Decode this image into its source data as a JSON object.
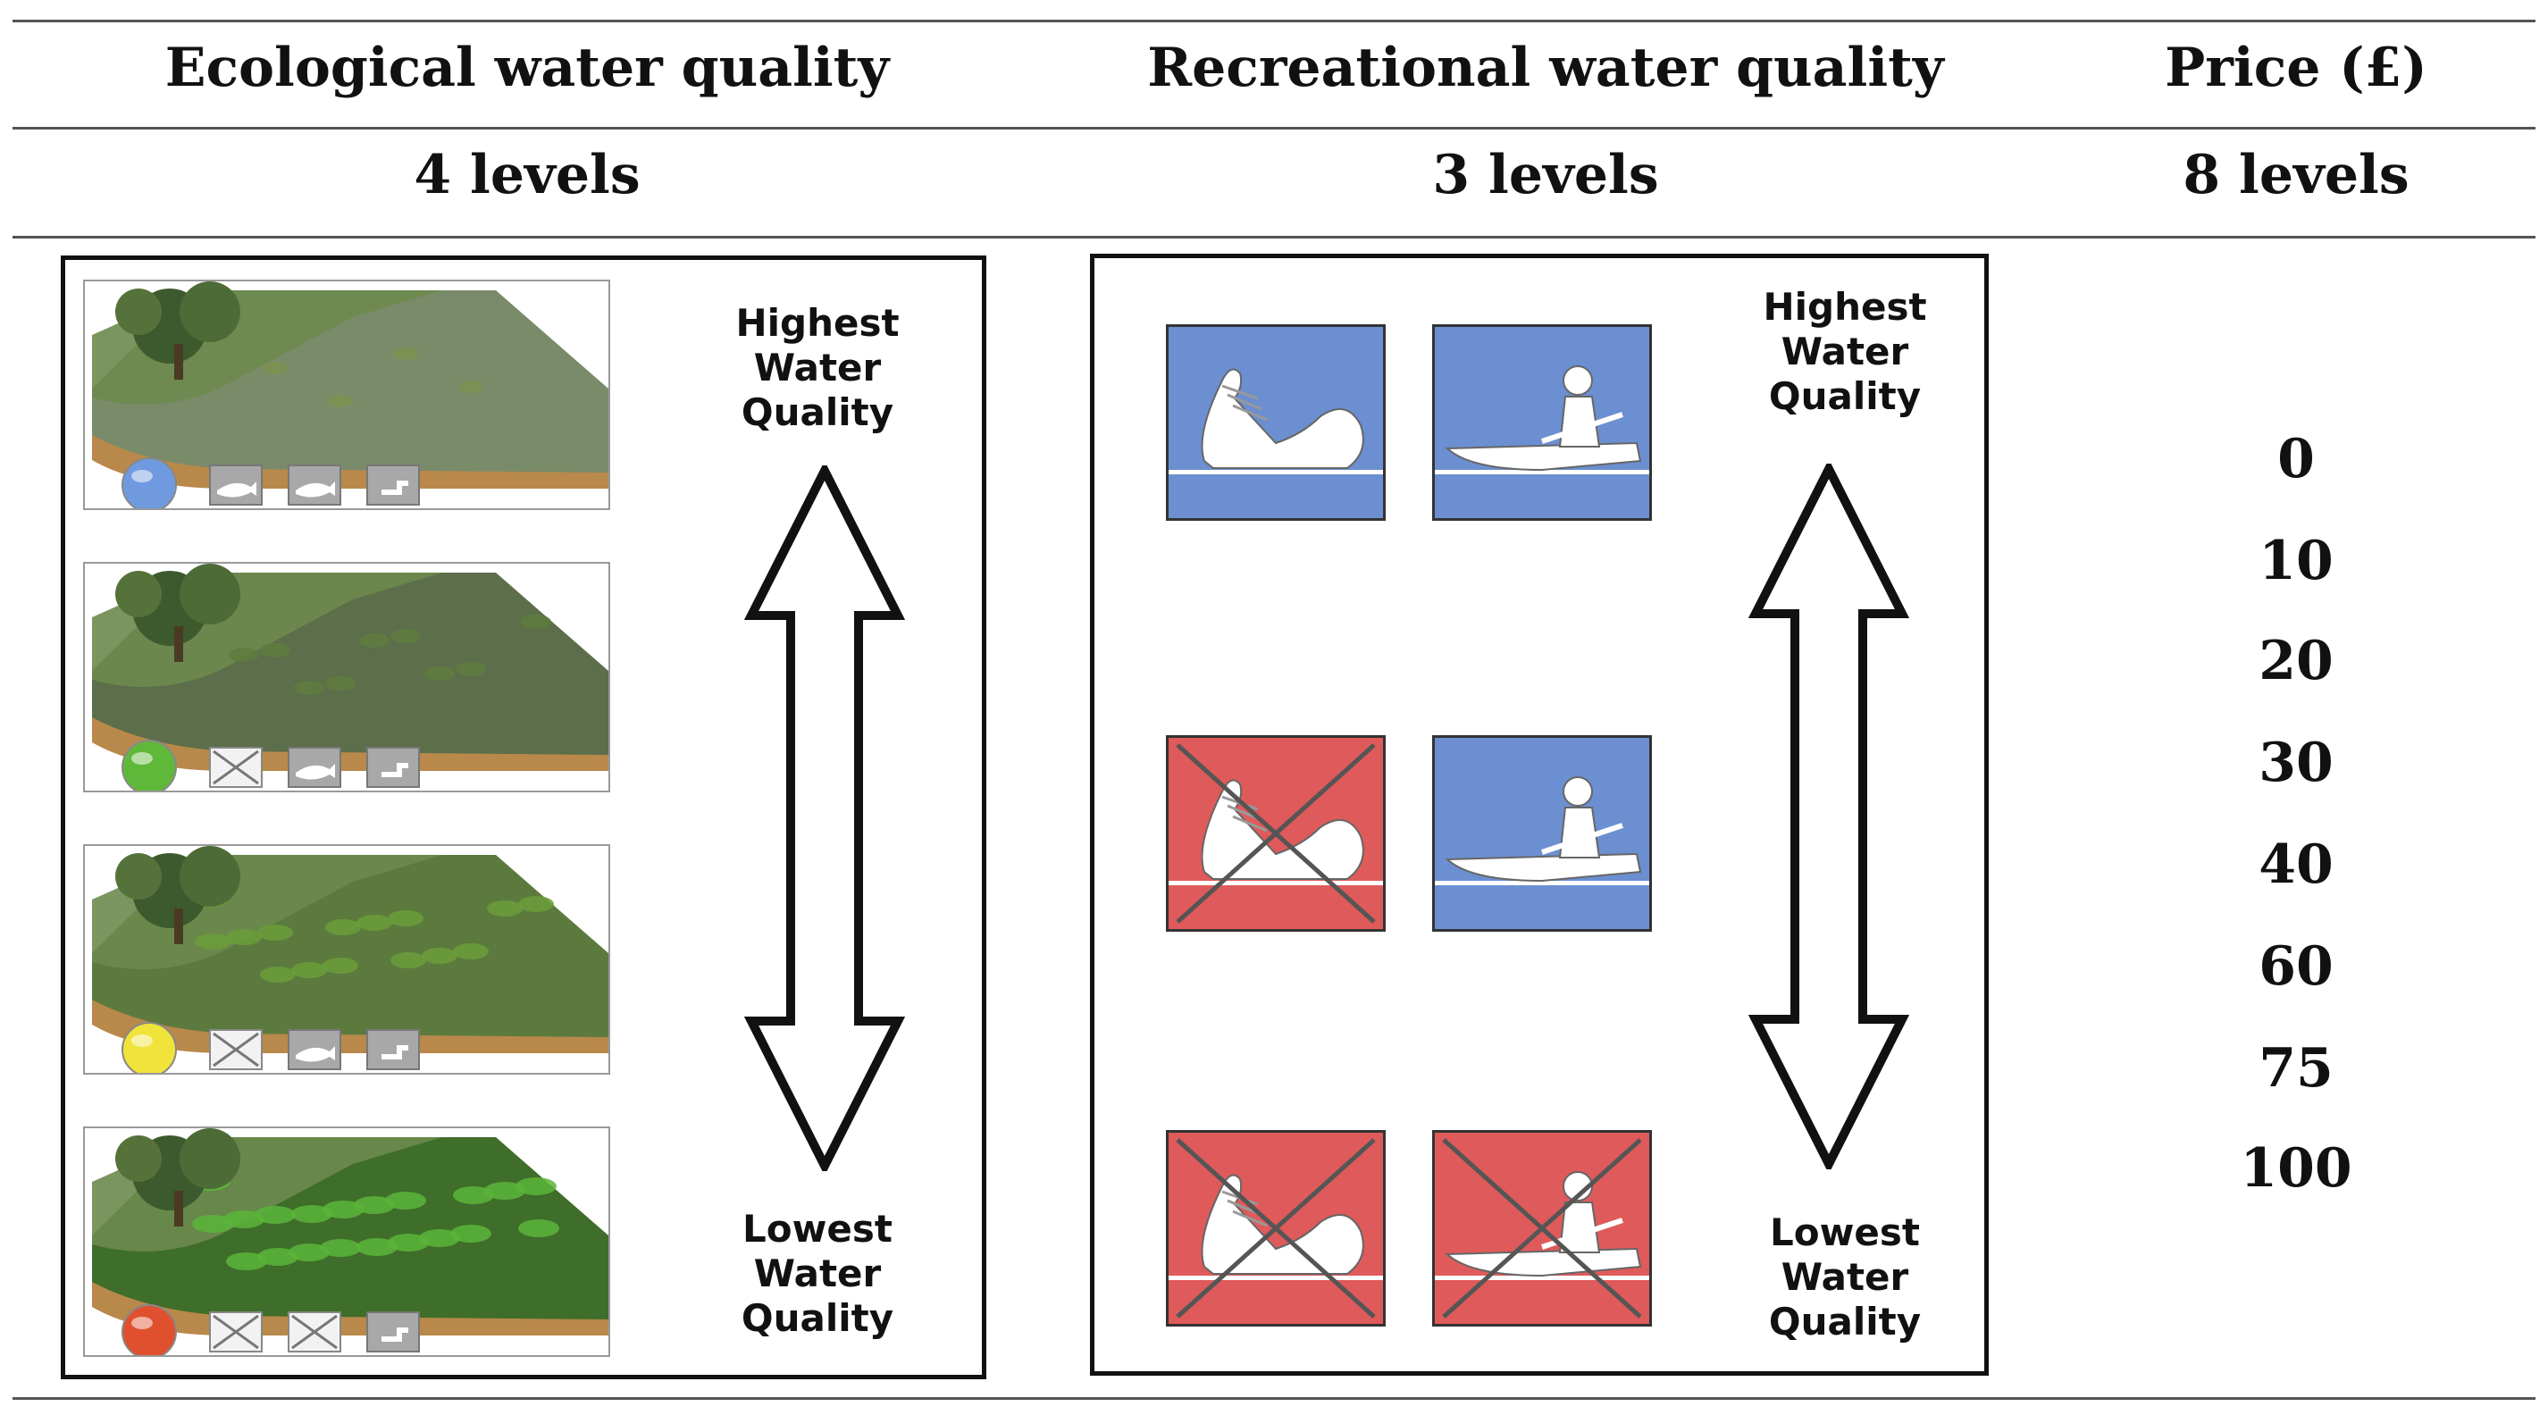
{
  "header": {
    "col1": "Ecological water quality",
    "col2": "Recreational water quality",
    "col3": "Price (£)"
  },
  "levels": {
    "col1": "4 levels",
    "col2": "3 levels",
    "col3": "8 levels"
  },
  "ecological": {
    "top_label": "Highest\nWater\nQuality",
    "bottom_label": "Lowest\nWater\nQuality",
    "rows": [
      {
        "indicator": "blue",
        "color": "#6f9ae0",
        "icons": [
          "fish",
          "fish",
          "insect"
        ]
      },
      {
        "indicator": "green",
        "color": "#5fb83a",
        "icons": [
          "crossed",
          "fish",
          "insect"
        ]
      },
      {
        "indicator": "yellow",
        "color": "#f0e33a",
        "icons": [
          "crossed",
          "fish",
          "insect"
        ]
      },
      {
        "indicator": "red",
        "color": "#e0502e",
        "icons": [
          "crossed",
          "crossed",
          "insect"
        ]
      }
    ]
  },
  "recreational": {
    "top_label": "Highest\nWater\nQuality",
    "bottom_label": "Lowest\nWater\nQuality",
    "rows": [
      {
        "swimming": "allowed",
        "boating": "allowed"
      },
      {
        "swimming": "not-allowed",
        "boating": "allowed"
      },
      {
        "swimming": "not-allowed",
        "boating": "not-allowed"
      }
    ]
  },
  "prices": [
    "0",
    "10",
    "20",
    "30",
    "40",
    "60",
    "75",
    "100"
  ]
}
